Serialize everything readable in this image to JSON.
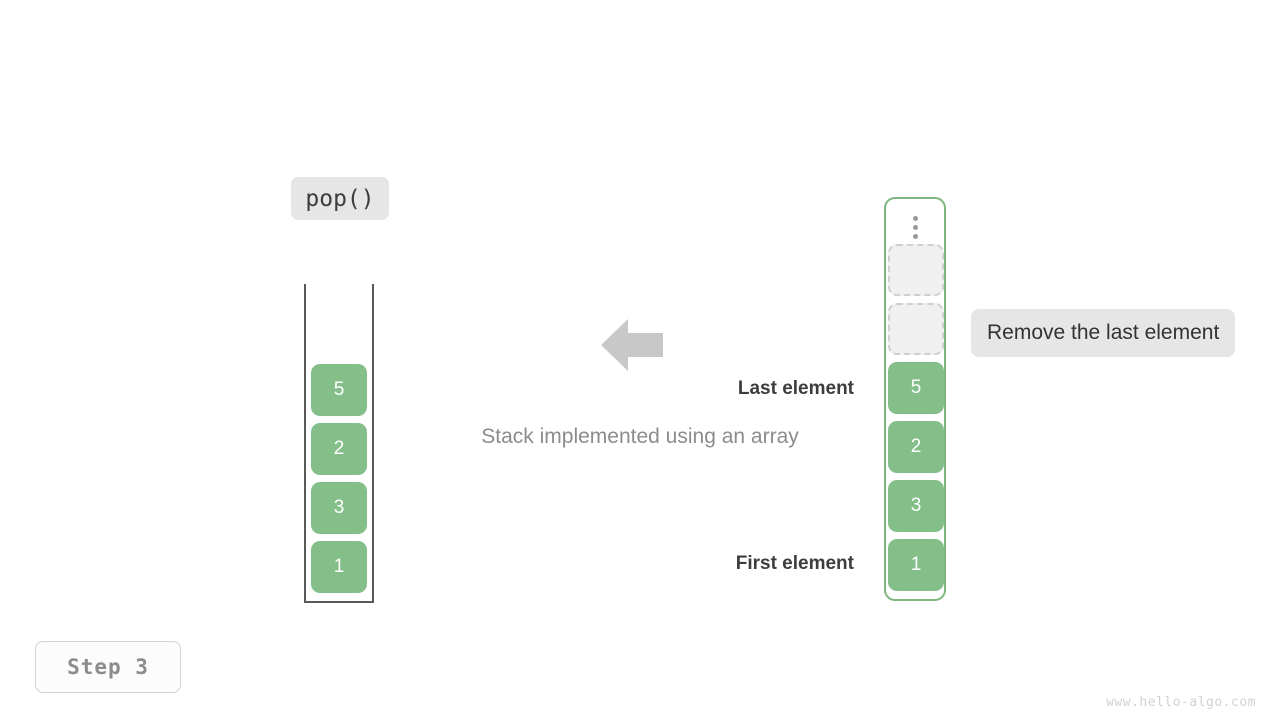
{
  "operation": {
    "label": "pop()"
  },
  "stack": {
    "title": "Stack implemented using an array",
    "cells": [
      {
        "value": "5"
      },
      {
        "value": "2"
      },
      {
        "value": "3"
      },
      {
        "value": "1"
      }
    ]
  },
  "array": {
    "overflow_icon": "vertical-ellipsis-icon",
    "empty_slots": 2,
    "cells": [
      {
        "value": "5"
      },
      {
        "value": "2"
      },
      {
        "value": "3"
      },
      {
        "value": "1"
      }
    ],
    "labels": {
      "last": "Last element",
      "first": "First element"
    }
  },
  "note": {
    "text": "Remove the last element"
  },
  "arrow": {
    "icon": "arrow-left-icon",
    "color": "#c8c8c8",
    "direction": "left"
  },
  "step": {
    "label": "Step 3"
  },
  "watermark": {
    "text": "www.hello-algo.com"
  },
  "colors": {
    "cell_fill": "#84bf8a",
    "cell_text": "#ffffff",
    "empty_fill": "#f0f0f0",
    "empty_border": "#cfcfcf",
    "array_border": "#7db67f",
    "stack_wall": "#595959",
    "note_bg": "#e6e6e6",
    "caption_text": "#8c8c8c",
    "label_text": "#3d3d3d"
  }
}
